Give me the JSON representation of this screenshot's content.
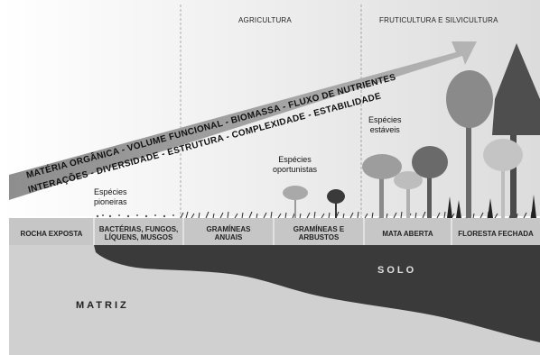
{
  "zones": {
    "agricultura": "AGRICULTURA",
    "fruticultura": "FRUTICULTURA E SILVICULTURA"
  },
  "arrow": {
    "line1": "MATÉRIA ORGÂNICA - VOLUME FUNCIONAL - BIOMASSA - FLUXO DE NUTRIENTES",
    "line2": "INTERAÇÕES  -  DIVERSIDADE  -  ESTRUTURA  -  COMPLEXIDADE  -  ESTABILIDADE"
  },
  "annotations": {
    "pioneiras": "Espécies\npioneiras",
    "oportunistas": "Espécies\noportunistas",
    "estaveis": "Espécies\nestáveis"
  },
  "stages": [
    "ROCHA EXPOSTA",
    "BACTÉRIAS, FUNGOS,\nLÍQUENS, MUSGOS",
    "GRAMÍNEAS\nANUAIS",
    "GRAMÍNEAS E\nARBUSTOS",
    "MATA ABERTA",
    "FLORESTA FECHADA"
  ],
  "ground": {
    "solo": "SOLO",
    "matriz": "MATRIZ"
  },
  "colors": {
    "matrix": "#d0d0d0",
    "soil": "#3c3c3c",
    "band": "#c7c7c7",
    "arrow": "#9a9a9a"
  }
}
